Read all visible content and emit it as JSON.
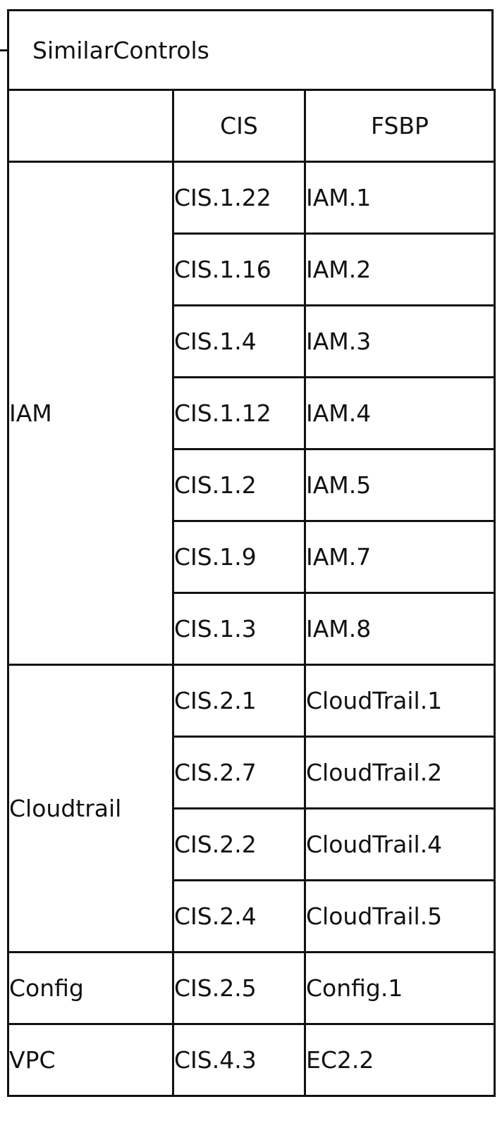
{
  "title": "SimilarControls",
  "headers": {
    "category": "",
    "cis": "CIS",
    "fsbp": "FSBP"
  },
  "groups": [
    {
      "category": "IAM",
      "rows": [
        {
          "cis": "CIS.1.22",
          "fsbp": "IAM.1"
        },
        {
          "cis": "CIS.1.16",
          "fsbp": "IAM.2"
        },
        {
          "cis": "CIS.1.4",
          "fsbp": "IAM.3"
        },
        {
          "cis": "CIS.1.12",
          "fsbp": "IAM.4"
        },
        {
          "cis": "CIS.1.2",
          "fsbp": "IAM.5"
        },
        {
          "cis": "CIS.1.9",
          "fsbp": "IAM.7"
        },
        {
          "cis": "CIS.1.3",
          "fsbp": "IAM.8"
        }
      ]
    },
    {
      "category": "Cloudtrail",
      "rows": [
        {
          "cis": "CIS.2.1",
          "fsbp": "CloudTrail.1"
        },
        {
          "cis": "CIS.2.7",
          "fsbp": "CloudTrail.2"
        },
        {
          "cis": "CIS.2.2",
          "fsbp": "CloudTrail.4"
        },
        {
          "cis": "CIS.2.4",
          "fsbp": "CloudTrail.5"
        }
      ]
    },
    {
      "category": "Config",
      "rows": [
        {
          "cis": "CIS.2.5",
          "fsbp": "Config.1"
        }
      ]
    },
    {
      "category": "VPC",
      "rows": [
        {
          "cis": "CIS.4.3",
          "fsbp": "EC2.2"
        }
      ]
    }
  ]
}
